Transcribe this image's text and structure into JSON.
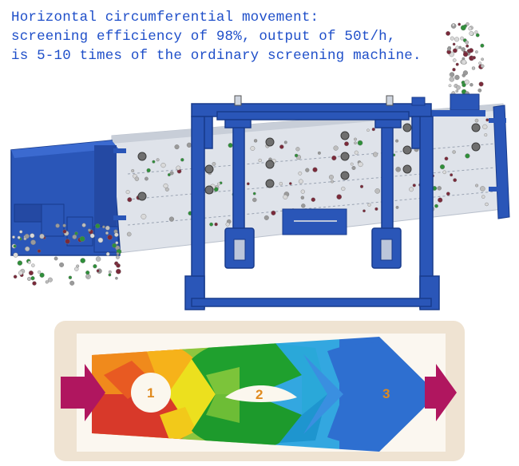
{
  "headline": {
    "line1": "Horizontal circumferential movement:",
    "line2": "screening efficiency of 98%, output of 50t/h,",
    "line3": "is 5-10 times of the ordinary screening machine."
  },
  "diagram": {
    "stage_labels": [
      "1",
      "2",
      "3"
    ]
  },
  "colors": {
    "headline_text": "#1f4fc9",
    "machine_frame": "#2a56b8",
    "screen_deck": "#dfe3ea",
    "panel_background": "#efe3d2",
    "arrow": "#b0165f",
    "stage_number": "#e08a1e"
  },
  "icons": [
    "inlet-arrow-icon",
    "outlet-arrow-icon"
  ]
}
